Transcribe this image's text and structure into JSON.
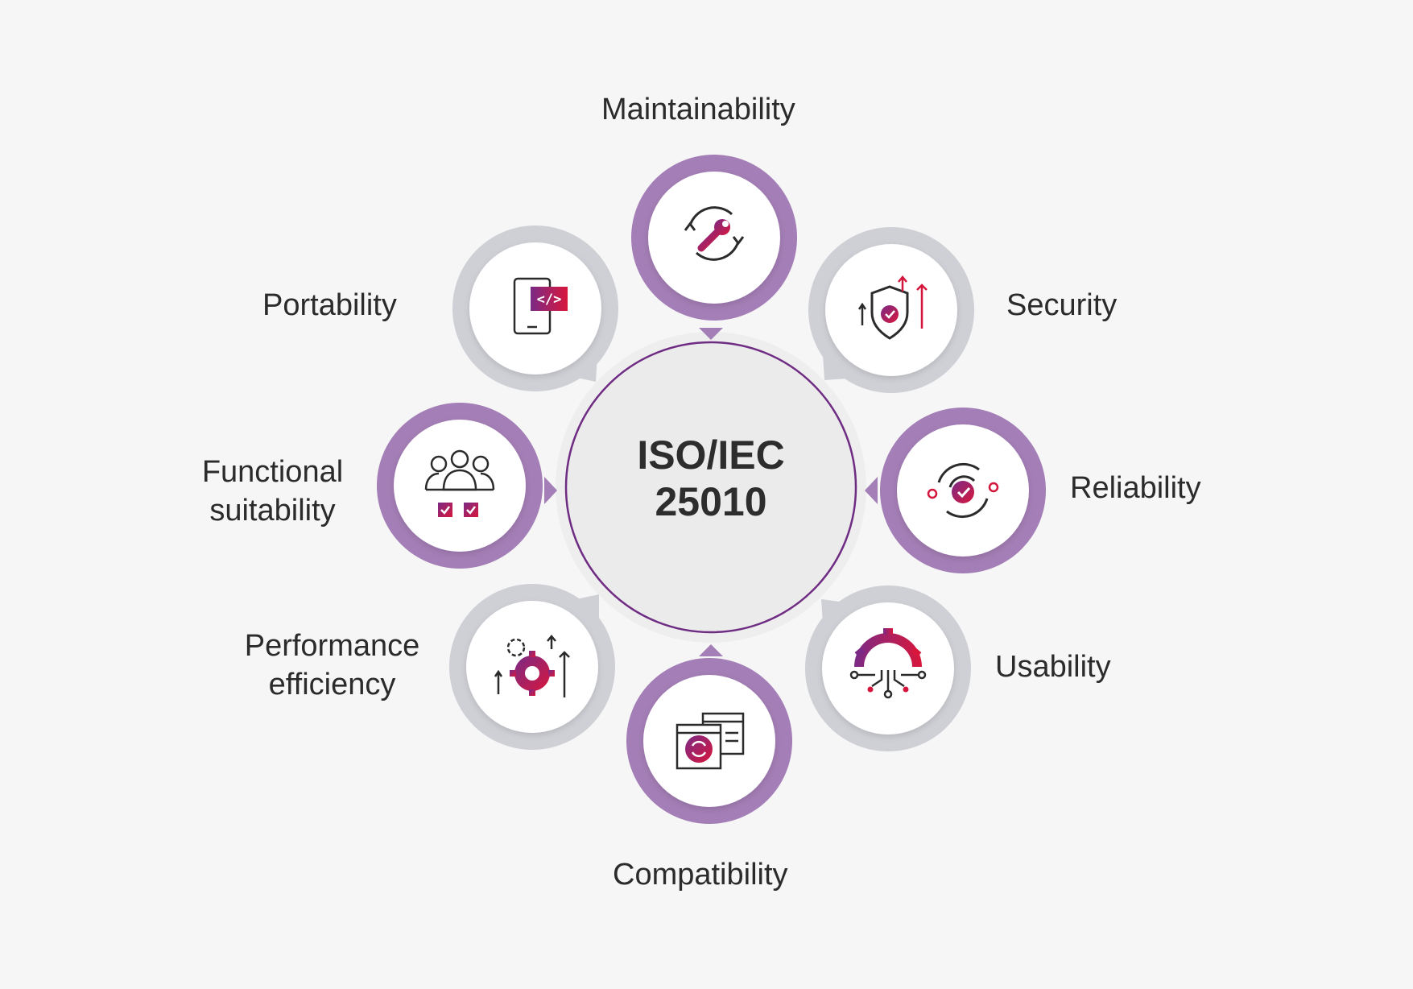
{
  "center": {
    "line1": "ISO/IEC",
    "line2": "25010"
  },
  "characteristics": [
    {
      "key": "maintainability",
      "label": "Maintainability",
      "icon": "wrench-refresh-icon",
      "ring": "purple"
    },
    {
      "key": "security",
      "label": "Security",
      "icon": "shield-check-icon",
      "ring": "gray"
    },
    {
      "key": "reliability",
      "label": "Reliability",
      "icon": "target-check-icon",
      "ring": "purple"
    },
    {
      "key": "usability",
      "label": "Usability",
      "icon": "gauge-circuit-icon",
      "ring": "gray"
    },
    {
      "key": "compatibility",
      "label": "Compatibility",
      "icon": "windows-sync-icon",
      "ring": "purple"
    },
    {
      "key": "performance",
      "label_line1": "Performance",
      "label_line2": "efficiency",
      "icon": "gears-arrows-icon",
      "ring": "gray"
    },
    {
      "key": "functional",
      "label_line1": "Functional",
      "label_line2": "suitability",
      "icon": "team-checkbox-icon",
      "ring": "purple"
    },
    {
      "key": "portability",
      "label": "Portability",
      "icon": "mobile-code-icon",
      "ring": "gray"
    }
  ],
  "colors": {
    "background": "#f6f6f6",
    "purple_ring": "#a47eb6",
    "gray_ring": "#cfd0d6",
    "center_stroke": "#6f2c83",
    "accent_red": "#d4163c",
    "accent_purple": "#6b2a82",
    "icon_ink": "#2b2b2b"
  }
}
